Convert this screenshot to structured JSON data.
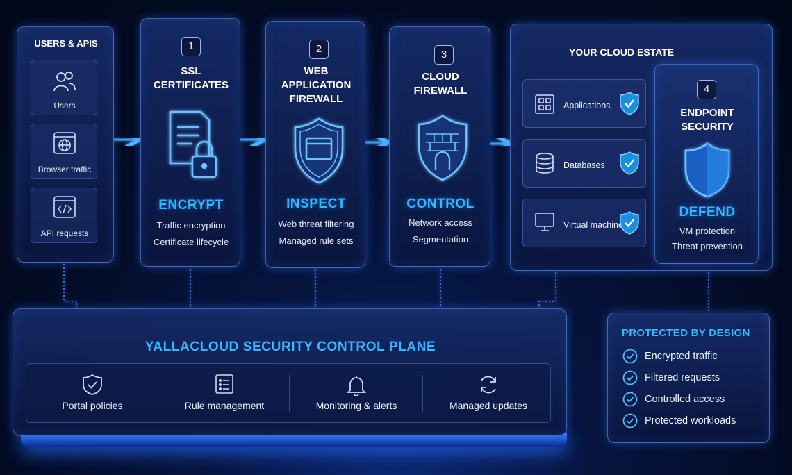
{
  "sources": {
    "title": "USERS & APIS",
    "items": [
      {
        "label": "Users",
        "icon": "users-icon"
      },
      {
        "label": "Browser traffic",
        "icon": "browser-globe-icon"
      },
      {
        "label": "API requests",
        "icon": "code-window-icon"
      }
    ]
  },
  "stages": [
    {
      "number": "1",
      "title": "SSL\nCERTIFICATES",
      "icon": "certificate-lock-icon",
      "action": "ENCRYPT",
      "details": [
        "Traffic encryption",
        "Certificate lifecycle"
      ]
    },
    {
      "number": "2",
      "title": "WEB\nAPPLICATION\nFIREWALL",
      "icon": "shield-window-icon",
      "action": "INSPECT",
      "details": [
        "Web threat filtering",
        "Managed rule sets"
      ]
    },
    {
      "number": "3",
      "title": "CLOUD\nFIREWALL",
      "icon": "shield-brick-wall-icon",
      "action": "CONTROL",
      "details": [
        "Network access",
        "Segmentation"
      ]
    }
  ],
  "estate": {
    "title": "YOUR CLOUD ESTATE",
    "resources": [
      {
        "label": "Applications",
        "icon": "app-grid-icon"
      },
      {
        "label": "Databases",
        "icon": "database-icon"
      },
      {
        "label": "Virtual machines",
        "icon": "monitor-icon"
      }
    ],
    "endpoint": {
      "number": "4",
      "title": "ENDPOINT\nSECURITY",
      "icon": "shield-icon",
      "action": "DEFEND",
      "details": [
        "VM protection",
        "Threat prevention"
      ]
    }
  },
  "control_plane": {
    "title": "YALLACLOUD SECURITY CONTROL PLANE",
    "items": [
      {
        "label": "Portal policies",
        "icon": "shield-check-icon"
      },
      {
        "label": "Rule management",
        "icon": "list-document-icon"
      },
      {
        "label": "Monitoring & alerts",
        "icon": "bell-icon"
      },
      {
        "label": "Managed updates",
        "icon": "refresh-icon"
      }
    ]
  },
  "protected": {
    "title": "PROTECTED BY DESIGN",
    "items": [
      "Encrypted traffic",
      "Filtered requests",
      "Controlled access",
      "Protected workloads"
    ]
  },
  "colors": {
    "accent": "#2fb8ff",
    "glow": "#2f7bff",
    "panel_border": "#6ea0ff",
    "background": "#030b24"
  }
}
